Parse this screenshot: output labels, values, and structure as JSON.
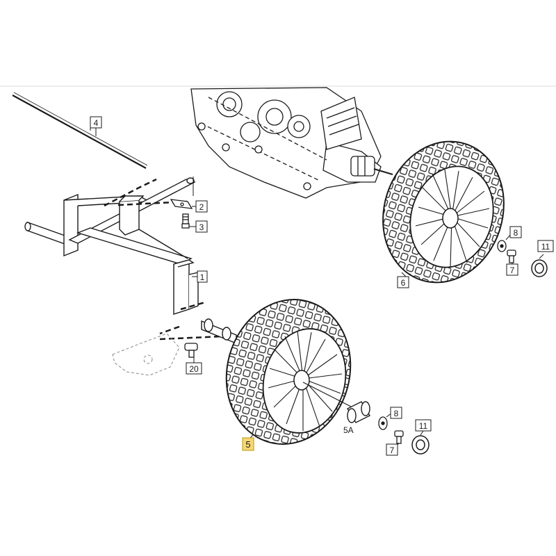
{
  "callouts": {
    "c1": "1",
    "c2": "2",
    "c3": "3",
    "c4": "4",
    "c5": "5",
    "c5a": "5A",
    "c6": "6",
    "c7_upper": "7",
    "c7_lower": "7",
    "c8_upper": "8",
    "c8_lower": "8",
    "c11_upper": "11",
    "c11_lower": "11",
    "c20": "20"
  },
  "colors": {
    "line": "#1a1a1a",
    "highlight": "#f7d774",
    "highlight_border": "#c9a227",
    "top_rule": "#d9d9d9"
  }
}
